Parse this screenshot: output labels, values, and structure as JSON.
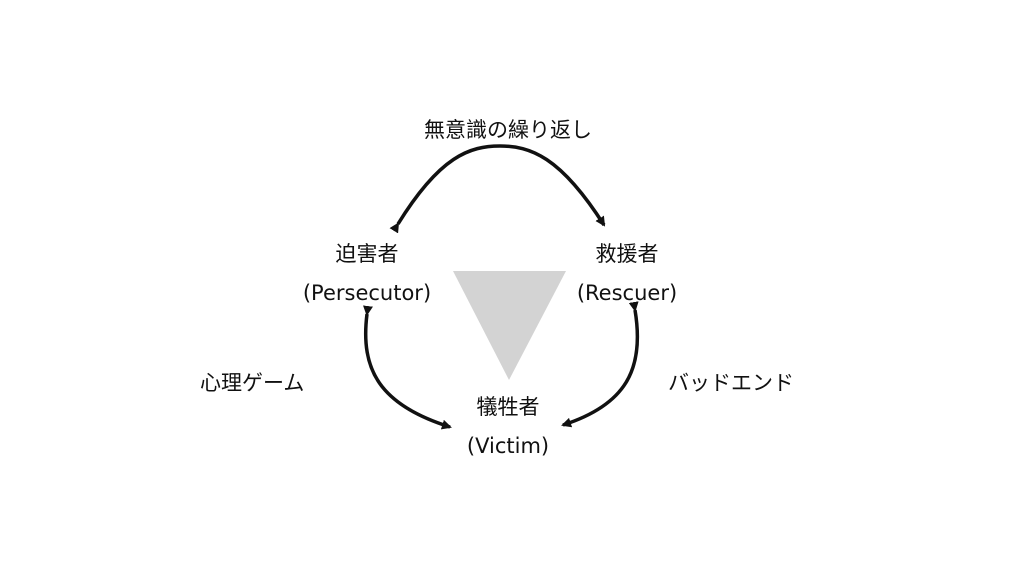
{
  "top_label": "無意識の繰り返し",
  "nodes": {
    "persecutor": {
      "jp": "迫害者",
      "en": "(Persecutor)"
    },
    "rescuer": {
      "jp": "救援者",
      "en": "(Rescuer)"
    },
    "victim": {
      "jp": "犠牲者",
      "en": "(Victim)"
    }
  },
  "side_labels": {
    "left": "心理ゲーム",
    "right": "バッドエンド"
  },
  "colors": {
    "triangle": "#d3d3d3",
    "arrow": "#111111",
    "text": "#111111",
    "background": "#ffffff"
  }
}
